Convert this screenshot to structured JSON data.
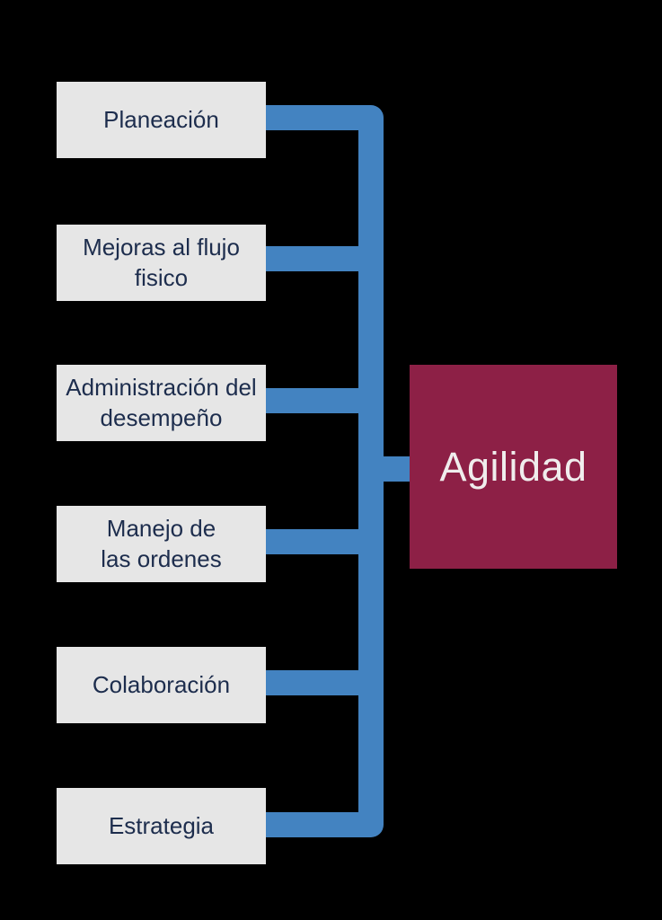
{
  "colors": {
    "background": "#000000",
    "connector_blue": "#4383c1",
    "node_gray": "#e6e6e6",
    "accent_maroon": "#8d2046",
    "label_navy": "#1d2d4d",
    "target_text": "#f0eded"
  },
  "diagram": {
    "nodes": [
      {
        "label": "Planeación"
      },
      {
        "label": "Mejoras al flujo\nfisico"
      },
      {
        "label": "Administración del\ndesempeño"
      },
      {
        "label": "Manejo de\nlas ordenes"
      },
      {
        "label": "Colaboración"
      },
      {
        "label": "Estrategia"
      }
    ],
    "target": {
      "label": "Agilidad"
    }
  }
}
